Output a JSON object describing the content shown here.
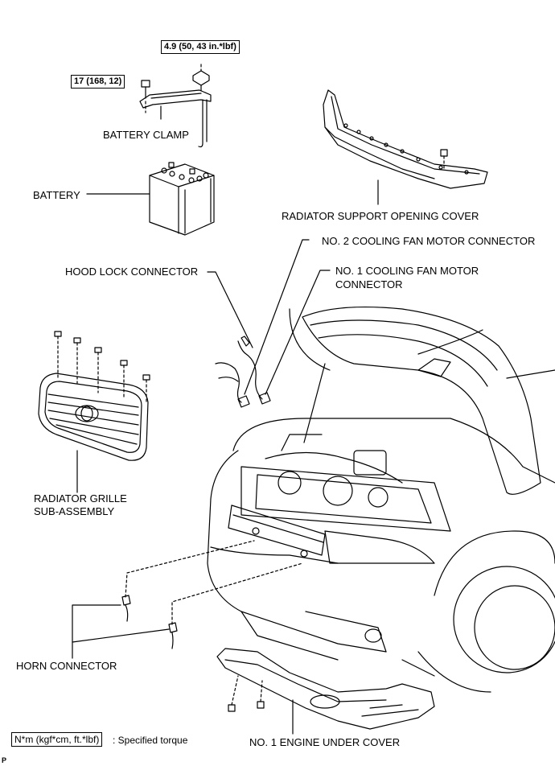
{
  "torque_values": {
    "clamp_nut": "4.9 (50, 43 in.*lbf)",
    "clamp_bolt": "17 (168, 12)"
  },
  "labels": {
    "battery_clamp": "BATTERY CLAMP",
    "battery": "BATTERY",
    "radiator_support_cover": "RADIATOR SUPPORT OPENING COVER",
    "no2_fan_connector": "NO. 2 COOLING FAN MOTOR CONNECTOR",
    "hood_lock_connector": "HOOD LOCK CONNECTOR",
    "no1_fan_connector_line1": "NO. 1 COOLING FAN MOTOR",
    "no1_fan_connector_line2": "CONNECTOR",
    "radiator_grille_line1": "RADIATOR GRILLE",
    "radiator_grille_line2": "SUB-ASSEMBLY",
    "horn_connector": "HORN CONNECTOR",
    "engine_under_cover": "NO. 1 ENGINE UNDER COVER"
  },
  "legend": {
    "unit": "N*m (kgf*cm, ft.*lbf)",
    "description": ": Specified torque"
  },
  "corner_mark": "P"
}
